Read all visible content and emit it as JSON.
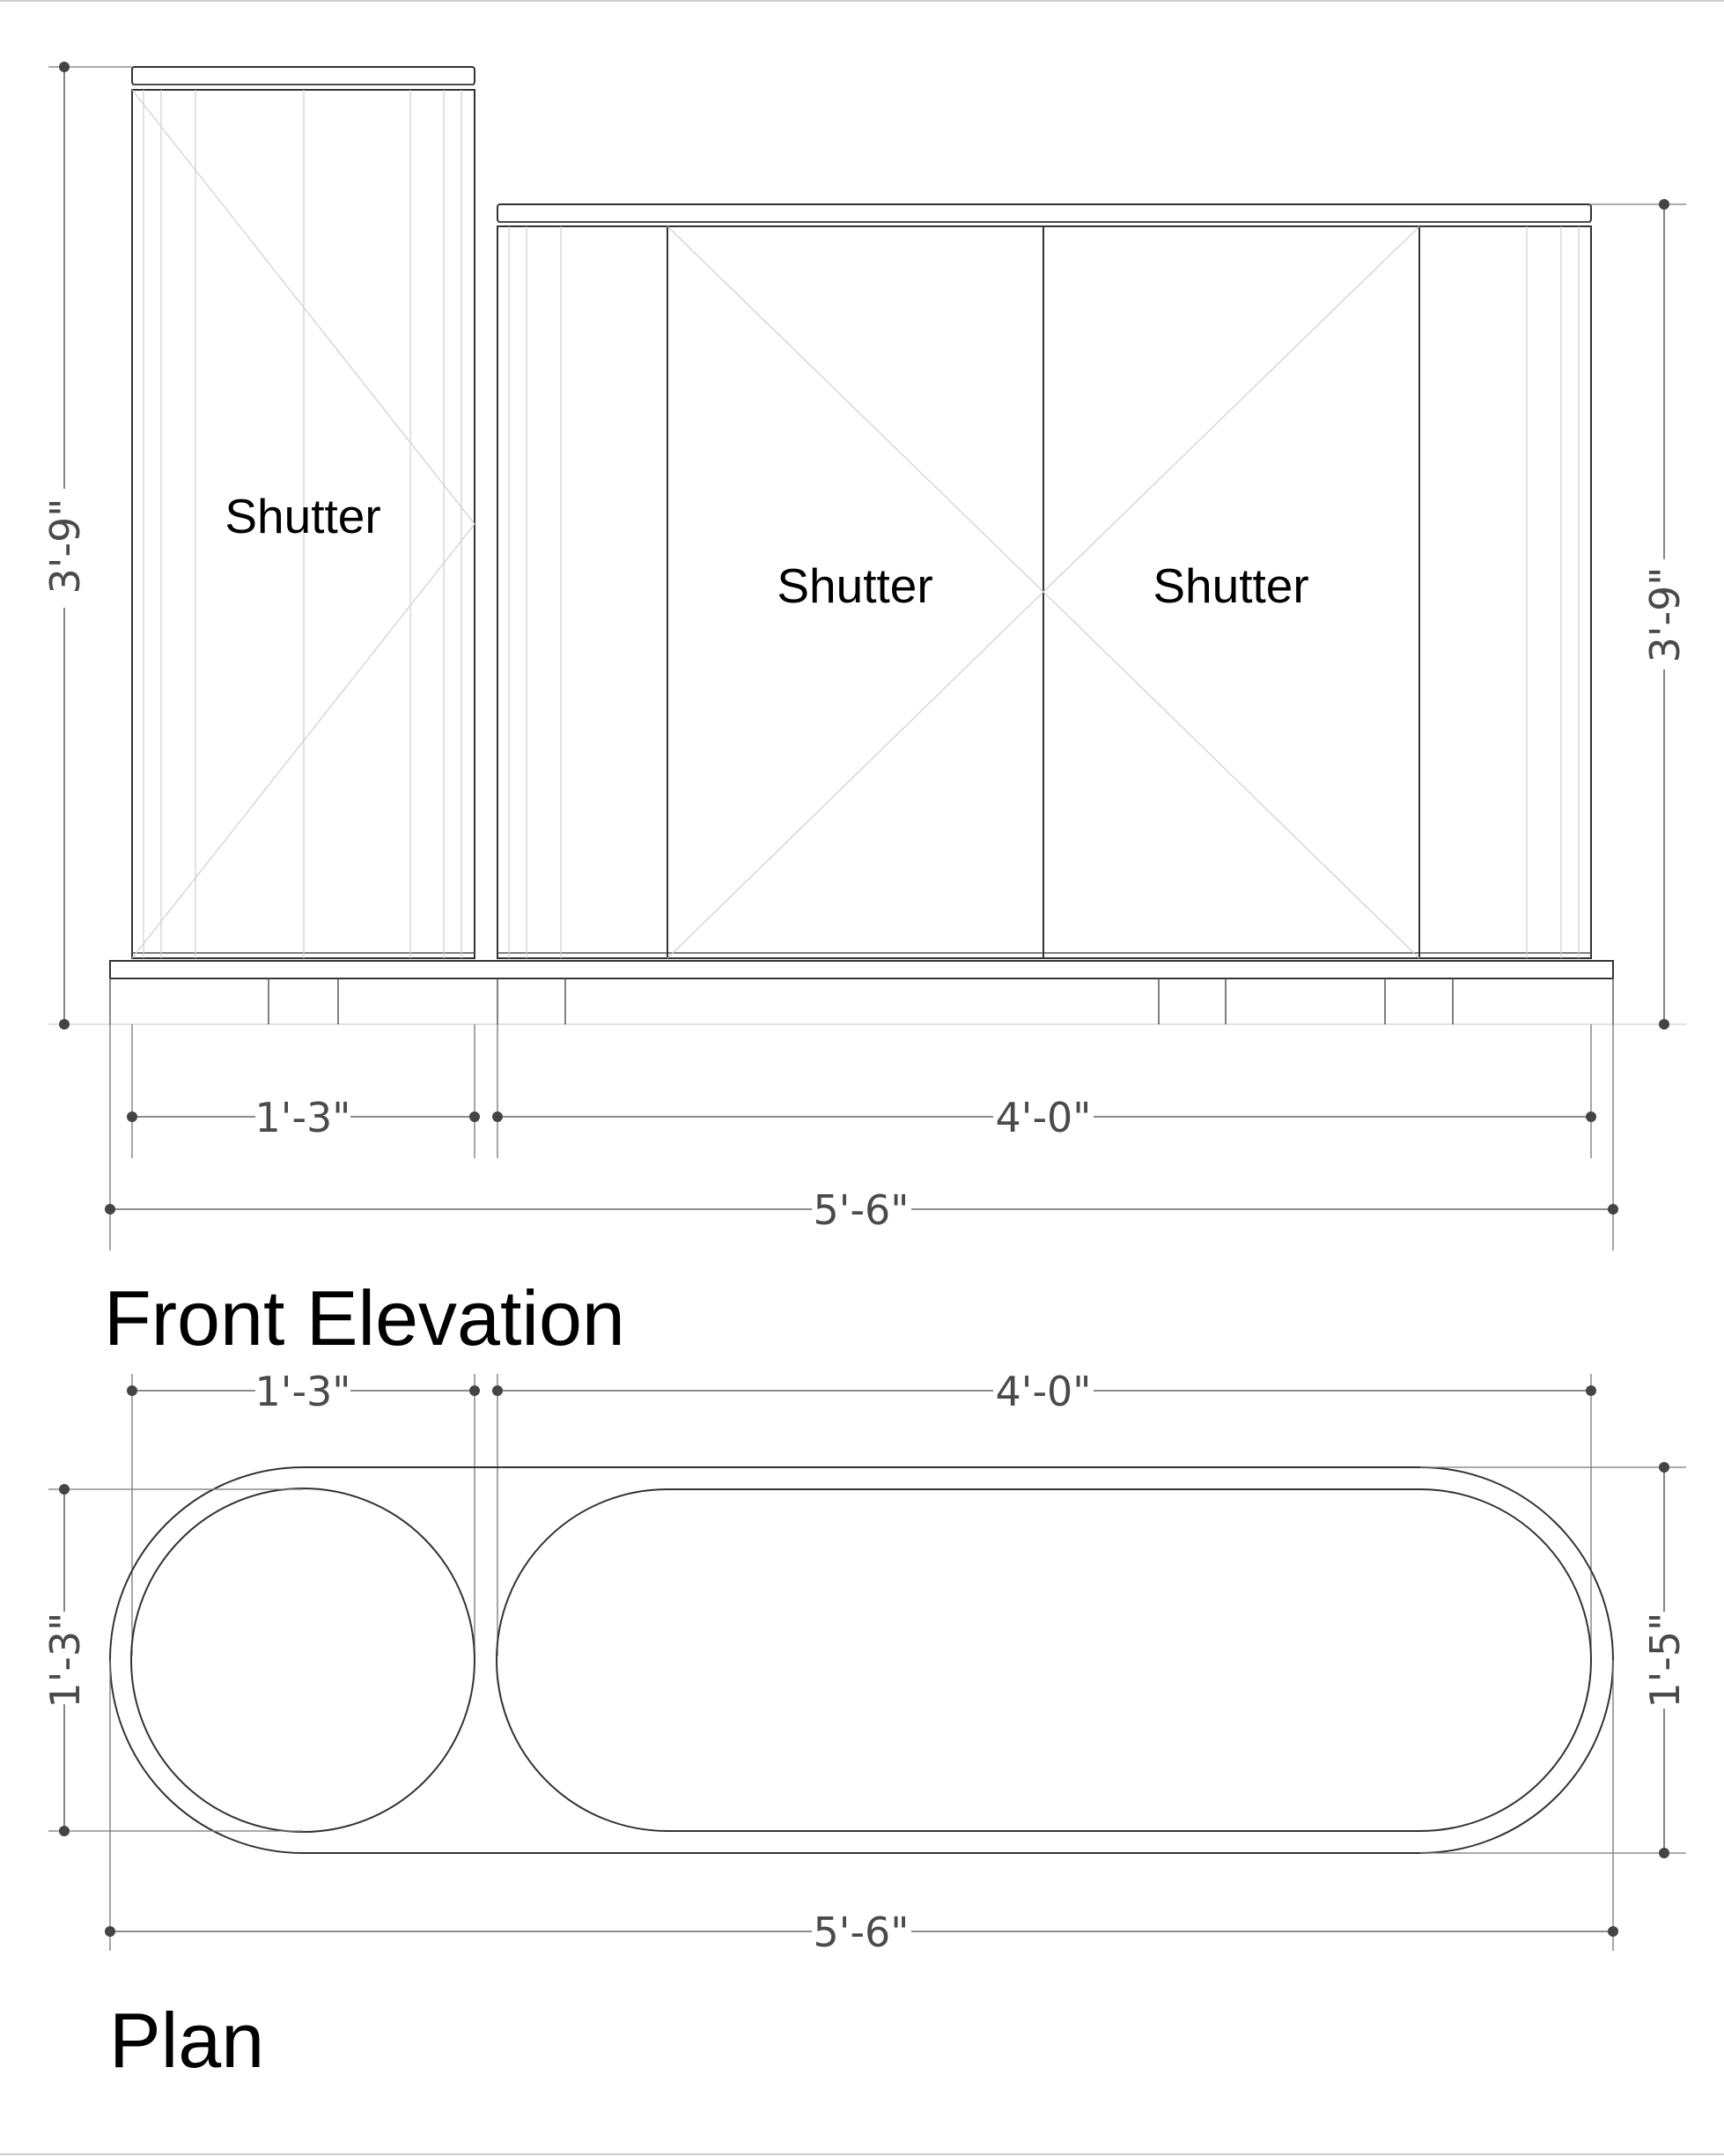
{
  "front_elevation": {
    "title": "Front Elevation",
    "shutter_labels": [
      "Shutter",
      "Shutter",
      "Shutter"
    ],
    "dimensions": {
      "left_height": "3'-9\"",
      "right_height": "3'-9\"",
      "left_width": "1'-3\"",
      "right_width": "4'-0\"",
      "overall_width": "5'-6\""
    }
  },
  "plan": {
    "title": "Plan",
    "dimensions": {
      "left_width": "1'-3\"",
      "right_width": "4'-0\"",
      "left_depth": "1'-3\"",
      "right_depth": "1'-5\"",
      "overall_width": "5'-6\""
    }
  }
}
